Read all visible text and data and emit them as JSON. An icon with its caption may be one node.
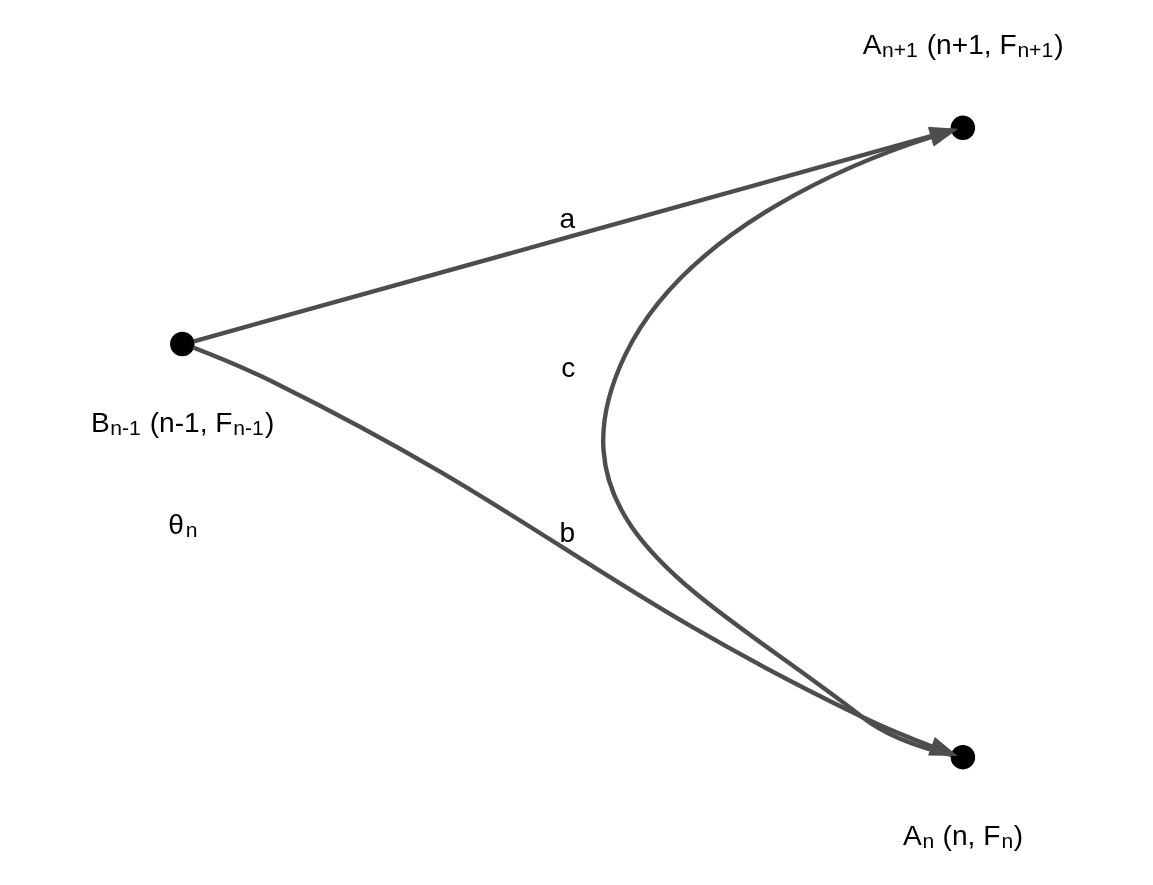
{
  "diagram": {
    "nodes": [
      {
        "text": [],
        "shape": "circle",
        "beside": [
          "A$_{n+1}$ (n+1, F$_{n+1}$)"
        ]
      },
      {
        "text": [],
        "shape": "circle",
        "beside": [
          "B$_{n-1}$ (n-1, F$_{n-1}$)"
        ]
      },
      {
        "text": [],
        "shape": "circle",
        "beside": [
          "A$_{n}$ (n, F$_{n}$)"
        ]
      }
    ],
    "edges": [
      {
        "from": 1,
        "to": 0,
        "arrow": "to",
        "label": "a"
      },
      {
        "from": 1,
        "to": 2,
        "arrow": "to",
        "label": "b"
      },
      {
        "from": 2,
        "to": 0,
        "arrow": "to",
        "label": "c"
      }
    ],
    "labels": [
      "θ$_{n}$"
    ]
  }
}
